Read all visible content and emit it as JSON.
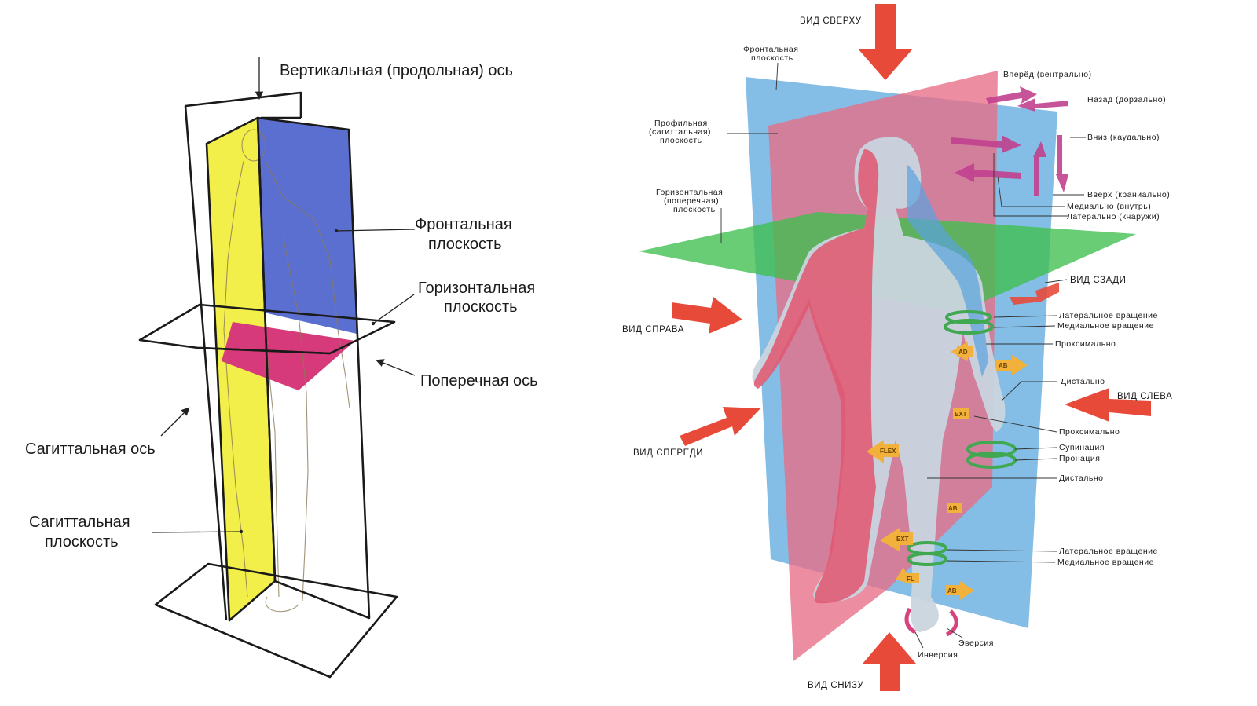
{
  "left_diagram": {
    "vertical_axis": "Вертикальная (продольная) ось",
    "frontal_plane": [
      "Фронтальная",
      "плоскость"
    ],
    "horizontal_plane": [
      "Горизонтальная",
      "плоскость"
    ],
    "transverse_axis": "Поперечная ось",
    "sagittal_axis": "Сагиттальная ось",
    "sagittal_plane": [
      "Сагиттальная",
      "плоскость"
    ],
    "colors": {
      "sagittal": "#f3ef4a",
      "frontal": "#5b6fd1",
      "horizontal": "#d63a7a"
    }
  },
  "right_diagram": {
    "view_top": "ВИД СВЕРХУ",
    "frontal_plane": [
      "Фронтальная",
      "плоскость"
    ],
    "profile_plane": [
      "Профильная",
      "(сагиттальная)",
      "плоскость"
    ],
    "horizontal_plane": [
      "Горизонтальная",
      "(поперечная)",
      "плоскость"
    ],
    "forward": "Вперёд (вентрально)",
    "backward": "Назад (дорзально)",
    "down": "Вниз (каудально)",
    "up": "Вверх (краниально)",
    "medial": "Медиально (внутрь)",
    "lateral": "Латерально (кнаружи)",
    "view_back": "ВИД СЗАДИ",
    "lateral_rotation_1": "Латеральное вращение",
    "medial_rotation_1": "Медиальное вращение",
    "proximal_1": "Проксимально",
    "view_right": "ВИД СПРАВА",
    "distal_1": "Дистально",
    "view_left": "ВИД СЛЕВА",
    "proximal_2": "Проксимально",
    "supination": "Супинация",
    "pronation": "Пронация",
    "view_front": "ВИД СПЕРЕДИ",
    "distal_2": "Дистально",
    "lateral_rotation_2": "Латеральное вращение",
    "medial_rotation_2": "Медиальное вращение",
    "eversion": "Эверсия",
    "inversion": "Инверсия",
    "view_bottom": "ВИД СНИЗУ",
    "tags": {
      "ad1": "AD",
      "ab1": "AB",
      "ext1": "EXT",
      "flex1": "FLEX",
      "ab2": "AB",
      "ext2": "EXT",
      "fl2": "FL",
      "ab3": "AB"
    },
    "colors": {
      "frontal": "#6fb1e0",
      "profile": "#e86d86",
      "horizontal": "#3fbf4e",
      "arrow": "#e84a3a",
      "arrow_pink": "#c2418f",
      "tag": "#f2b13a"
    }
  }
}
